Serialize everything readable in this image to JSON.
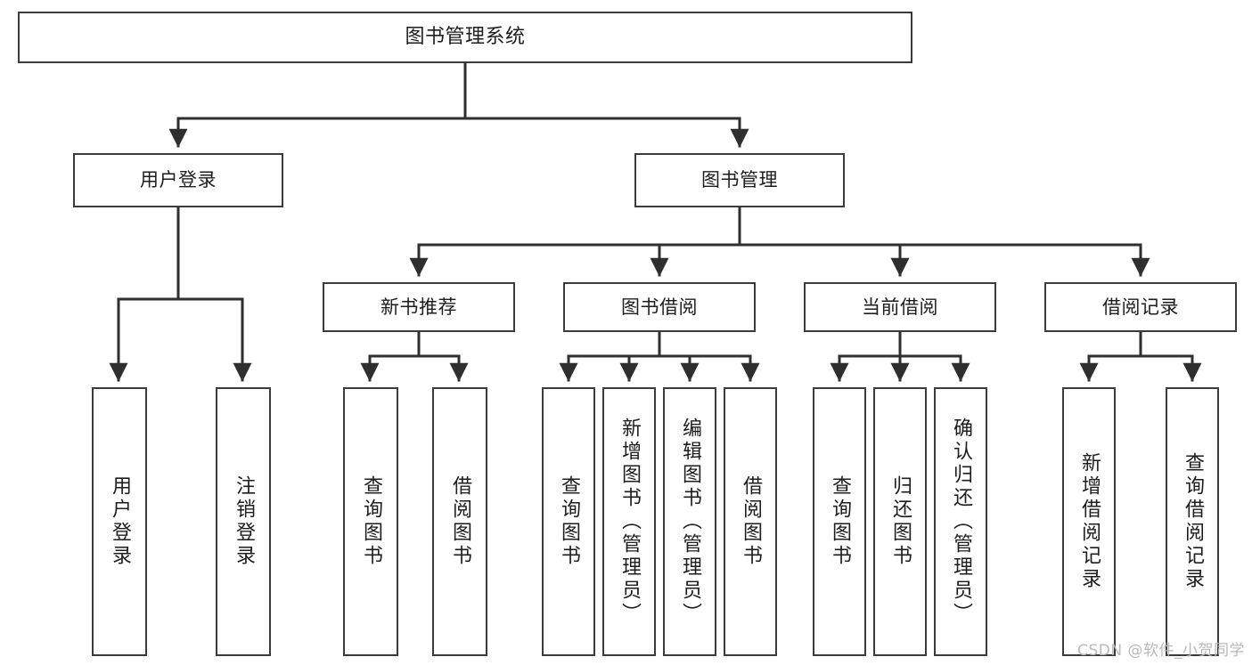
{
  "diagram": {
    "title": "图书管理系统",
    "type": "tree",
    "colors": {
      "box_border": "#3b3b3b",
      "box_fill": "#ffffff",
      "connector": "#2f2f2f",
      "text": "#1d1d1d",
      "watermark": "#b9b9b9",
      "background": "#ffffff"
    },
    "watermark": "CSDN @软件_小贺同学"
  },
  "nodes": {
    "root": {
      "label": "图书管理系统"
    },
    "level2": [
      {
        "id": "user-login",
        "label": "用户登录"
      },
      {
        "id": "book-management",
        "label": "图书管理"
      }
    ],
    "level3": [
      {
        "id": "new-book-recommend",
        "label": "新书推荐",
        "parent": "book-management"
      },
      {
        "id": "book-borrow",
        "label": "图书借阅",
        "parent": "book-management"
      },
      {
        "id": "current-borrow",
        "label": "当前借阅",
        "parent": "book-management"
      },
      {
        "id": "borrow-record",
        "label": "借阅记录",
        "parent": "book-management"
      }
    ],
    "leaves": [
      {
        "id": "leaf-user-login",
        "label": "用户登录",
        "parent": "user-login"
      },
      {
        "id": "leaf-logout",
        "label": "注销登录",
        "parent": "user-login"
      },
      {
        "id": "leaf-query-book-1",
        "label": "查询图书",
        "parent": "new-book-recommend"
      },
      {
        "id": "leaf-borrow-book-1",
        "label": "借阅图书",
        "parent": "new-book-recommend"
      },
      {
        "id": "leaf-query-book-2",
        "label": "查询图书",
        "parent": "book-borrow"
      },
      {
        "id": "leaf-add-book",
        "label": "新增图书（管理员）",
        "parent": "book-borrow"
      },
      {
        "id": "leaf-edit-book",
        "label": "编辑图书（管理员）",
        "parent": "book-borrow"
      },
      {
        "id": "leaf-borrow-book-2",
        "label": "借阅图书",
        "parent": "book-borrow"
      },
      {
        "id": "leaf-query-book-3",
        "label": "查询图书",
        "parent": "current-borrow"
      },
      {
        "id": "leaf-return-book",
        "label": "归还图书",
        "parent": "current-borrow"
      },
      {
        "id": "leaf-confirm-return",
        "label": "确认归还（管理员）",
        "parent": "current-borrow"
      },
      {
        "id": "leaf-add-record",
        "label": "新增借阅记录",
        "parent": "borrow-record"
      },
      {
        "id": "leaf-query-record",
        "label": "查询借阅记录",
        "parent": "borrow-record"
      }
    ]
  }
}
